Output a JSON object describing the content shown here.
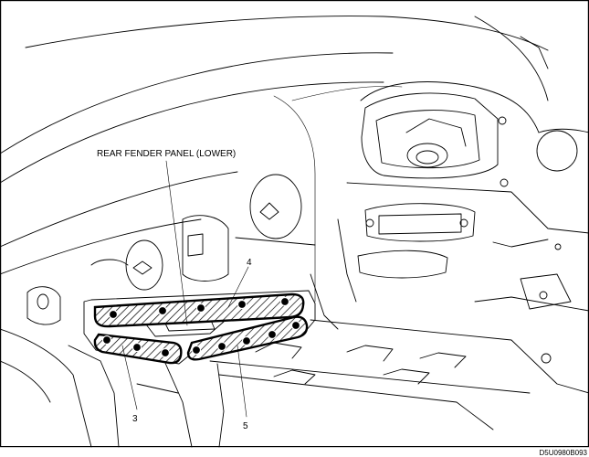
{
  "callouts": {
    "panel_label": "REAR FENDER PANEL (LOWER)",
    "seam_upper": "4",
    "seam_lower_left": "3",
    "seam_lower_right": "5"
  },
  "figure_code": "D5U0980B093",
  "colors": {
    "line": "#000000",
    "hatch": "#000000",
    "background": "#ffffff"
  }
}
